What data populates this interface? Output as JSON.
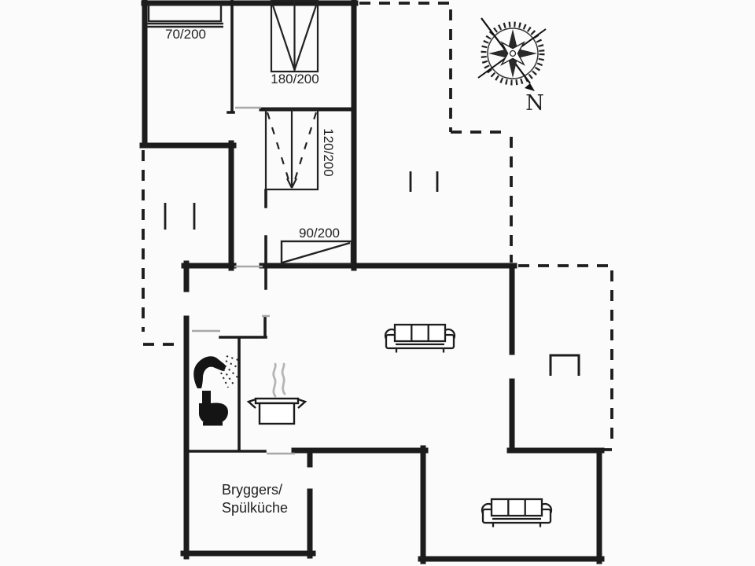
{
  "plan": {
    "beds": {
      "bed_70": "70/200",
      "bed_180": "180/200",
      "bed_120": "120/200",
      "bed_90": "90/200"
    },
    "rooms": {
      "utility_line1": "Bryggers/",
      "utility_line2": "Spülküche"
    },
    "compass": {
      "north": "N"
    },
    "icons": [
      "compass-rose-icon",
      "shower-icon",
      "toilet-icon",
      "cooking-pot-icon",
      "steam-icon",
      "sofa-icon",
      "sofa-icon",
      "fireplace-icon",
      "window-mark",
      "door-opening"
    ],
    "colors": {
      "wall": "#1c1c1c",
      "open_door_line": "#a8a8a8",
      "steam": "#b5b5b5",
      "background": "#fbfbfb",
      "text": "#1f1f1f"
    }
  }
}
